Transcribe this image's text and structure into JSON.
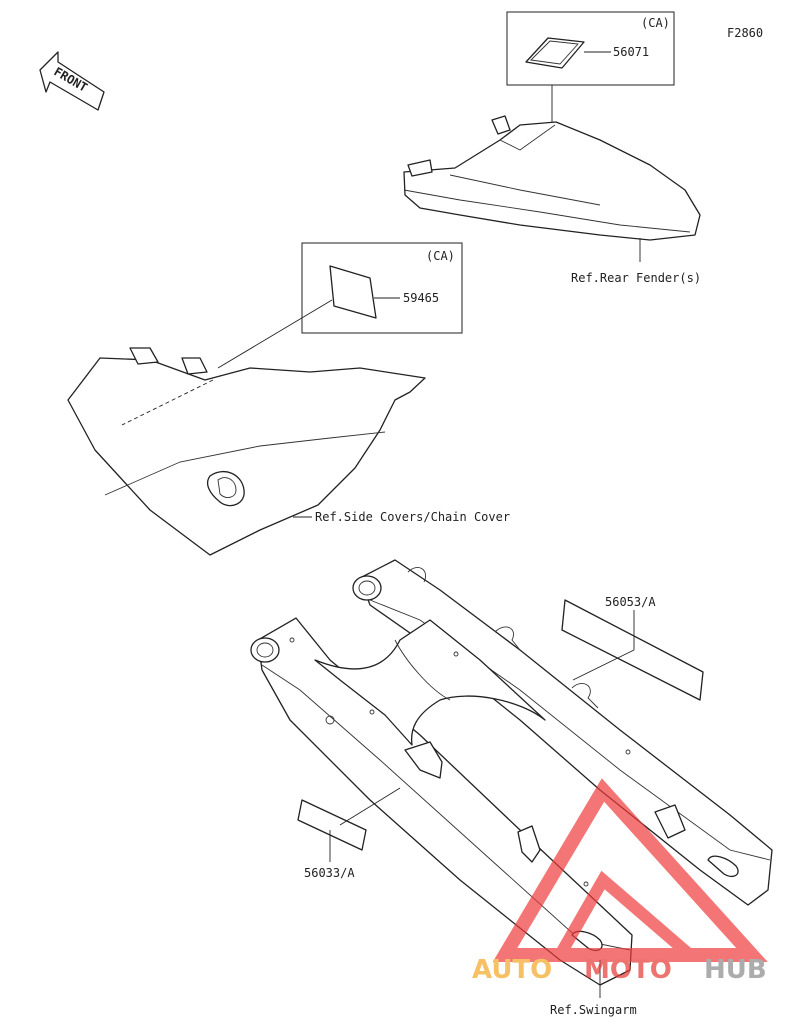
{
  "figure_code": "F2860",
  "front_label": "FRONT",
  "labels": {
    "ca_top": "(CA)",
    "part_56071": "56071",
    "ref_rear_fender": "Ref.Rear Fender(s)",
    "ca_mid": "(CA)",
    "part_59465": "59465",
    "ref_side_covers": "Ref.Side Covers/Chain Cover",
    "part_56053a": "56053/A",
    "part_56033a": "56033/A",
    "ref_swingarm": "Ref.Swingarm"
  },
  "watermark": {
    "auto": "AUTO",
    "moto": "MOTO",
    "hub": "HUB",
    "colors": {
      "auto": "#f5a623",
      "moto": "#e53935",
      "hub": "#8a8a8a",
      "triangle": "#ef3b3b"
    }
  }
}
